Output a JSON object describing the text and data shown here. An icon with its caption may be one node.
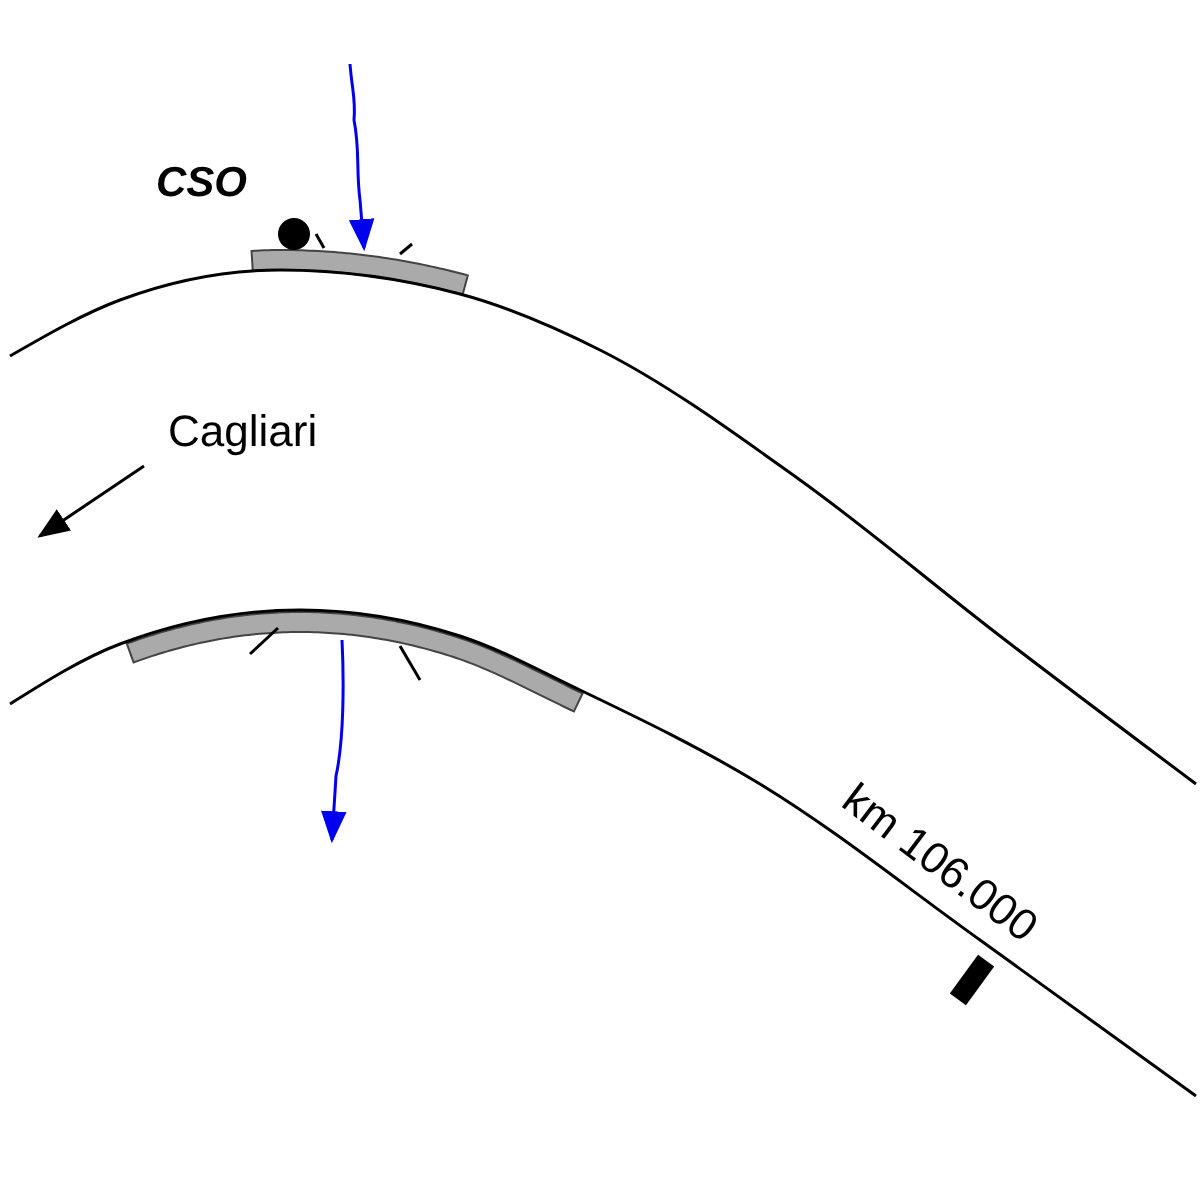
{
  "diagram": {
    "labels": [
      "CSO",
      "Cagliari",
      "km 106.000"
    ]
  }
}
